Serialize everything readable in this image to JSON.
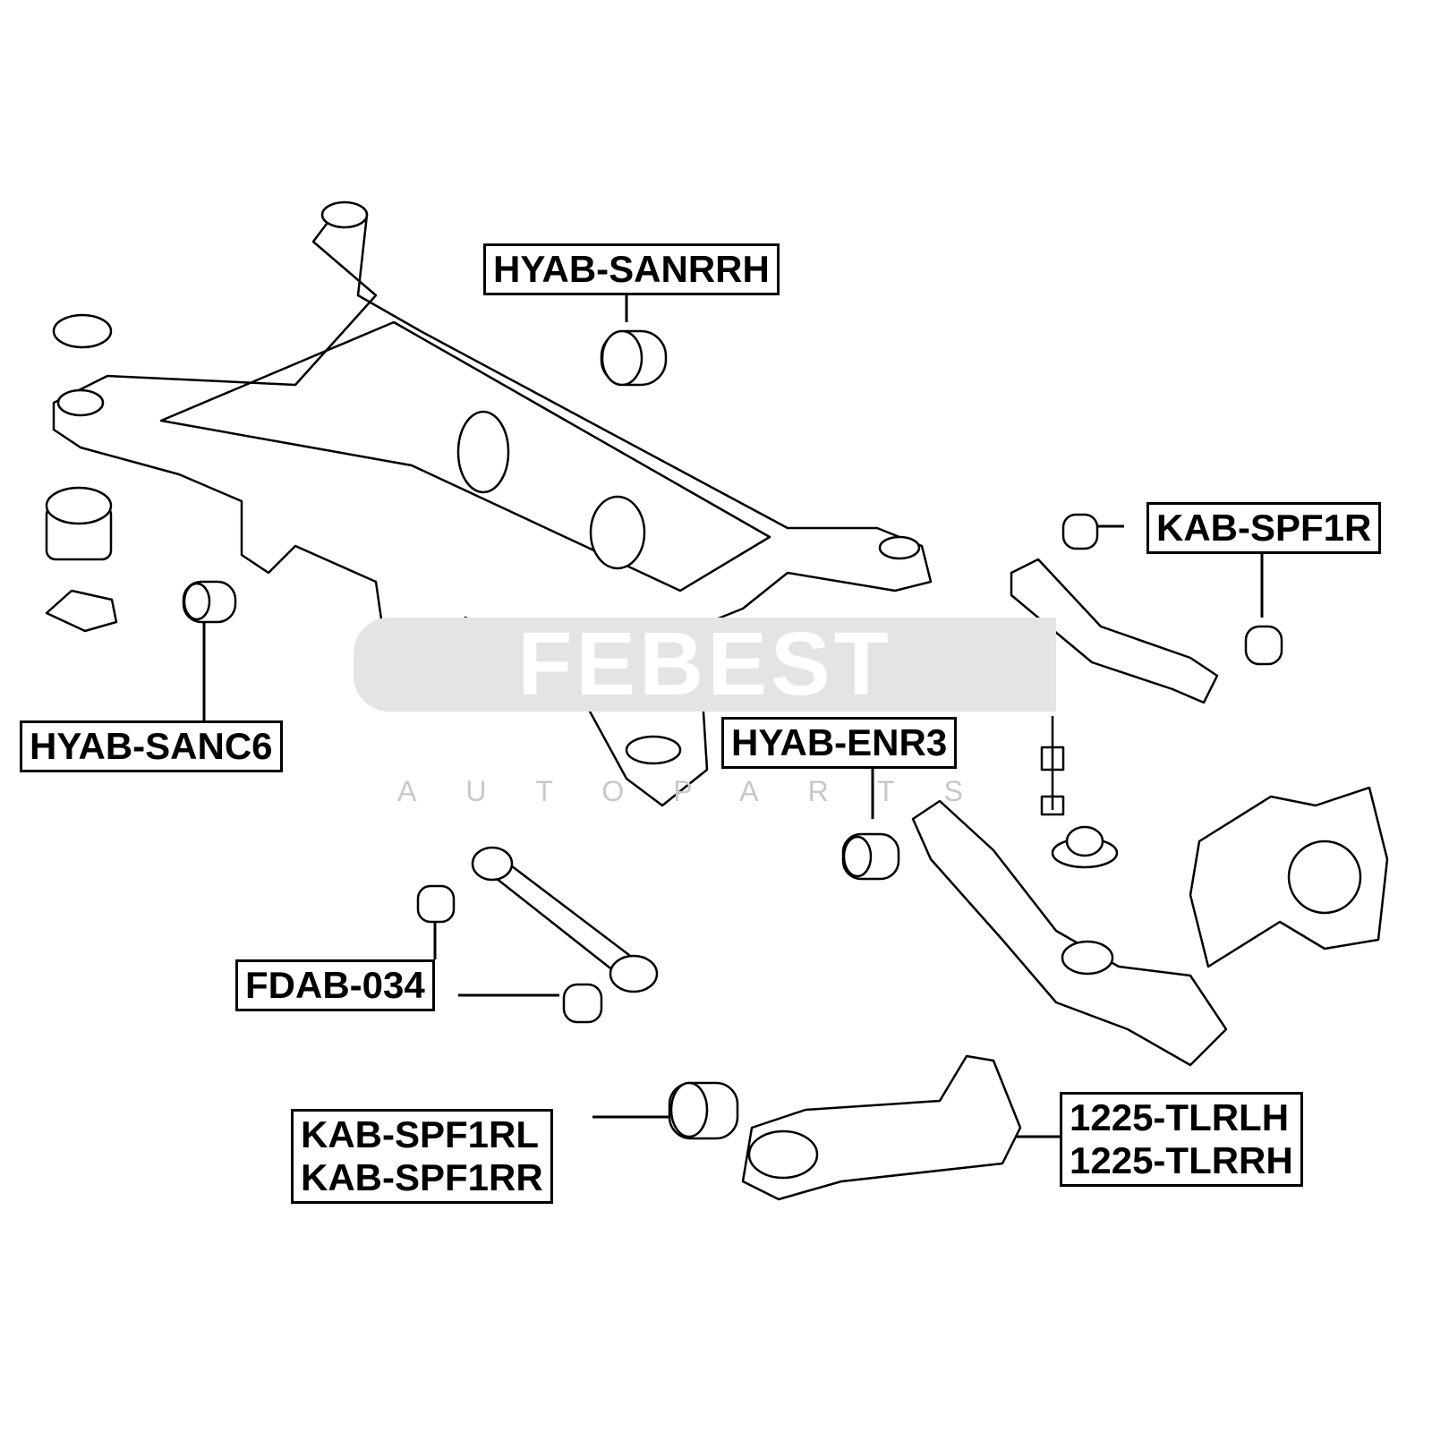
{
  "watermark": {
    "brand": "FEBEST",
    "sub": "AUTOPARTS"
  },
  "labels": {
    "hyab_sanrrh": "HYAB-SANRRH",
    "kab_spf1r": "KAB-SPF1R",
    "hyab_sanc6": "HYAB-SANC6",
    "hyab_enr3": "HYAB-ENR3",
    "fdab_034": "FDAB-034",
    "kab_spf1rl": "KAB-SPF1RL",
    "kab_spf1rr": "KAB-SPF1RR",
    "tl_lh": "1225-TLRLH",
    "tl_rh": "1225-TLRRH"
  }
}
